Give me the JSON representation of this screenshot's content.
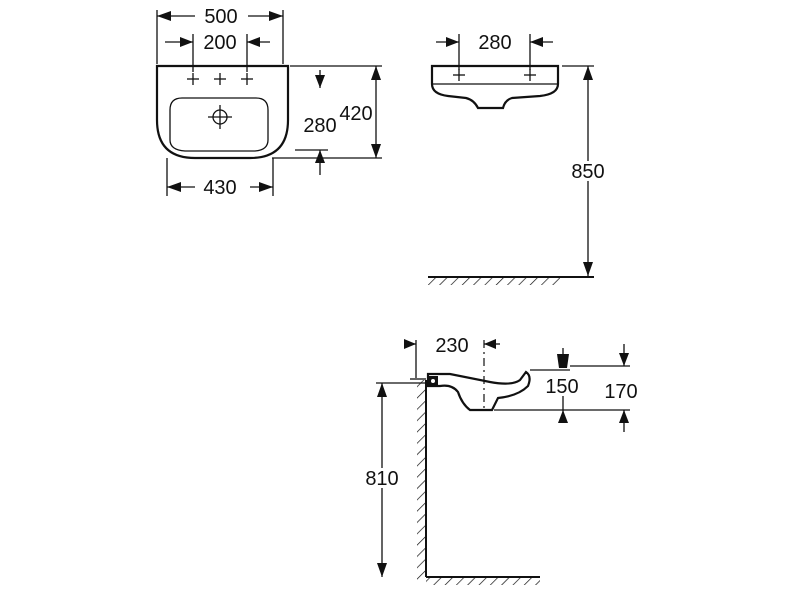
{
  "views": {
    "top": {
      "dims": {
        "overall_width": "500",
        "tap_spacing": "200",
        "depth": "420",
        "bowl_depth": "280",
        "pedestal_width": "430"
      }
    },
    "front": {
      "dims": {
        "holes_spacing": "280",
        "rim_height": "850"
      }
    },
    "side": {
      "dims": {
        "projection": "230",
        "bowl_height": "150",
        "overall_height": "170",
        "drain_height": "810"
      }
    }
  },
  "colors": {
    "line": "#111111",
    "background": "#ffffff"
  }
}
